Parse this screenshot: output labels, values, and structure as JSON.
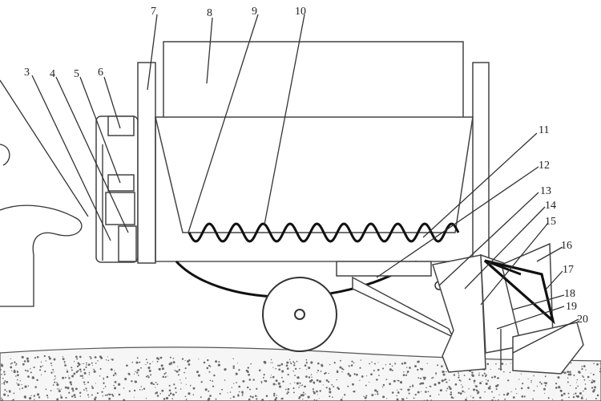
{
  "diagram": {
    "part_labels": [
      "3",
      "4",
      "5",
      "6",
      "7",
      "8",
      "9",
      "10",
      "11",
      "12",
      "13",
      "14",
      "15",
      "16",
      "17",
      "18",
      "19",
      "20"
    ]
  },
  "colors": {
    "line": "#333333",
    "ground": "#777777",
    "background": "#ffffff"
  }
}
